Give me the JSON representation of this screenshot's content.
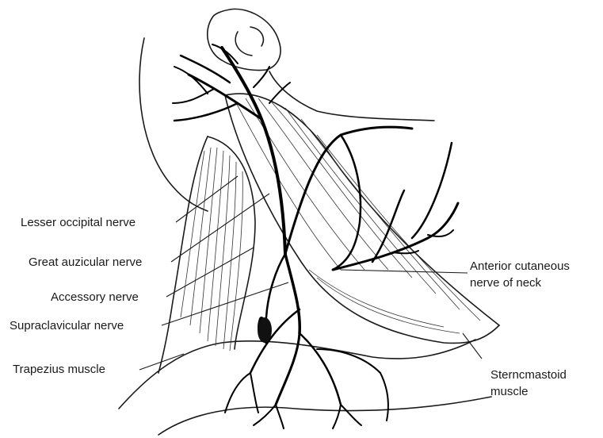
{
  "labels": {
    "lesser_occipital": "Lesser occipital nerve",
    "great_auricular": "Great auzicular nerve",
    "accessory": "Accessory nerve",
    "supraclavicular": "Supraclavicular nerve",
    "trapezius": "Trapezius muscle",
    "anterior_cutaneous_line1": "Anterior cutaneous",
    "anterior_cutaneous_line2": "nerve of neck",
    "sternomastoid_line1": "Sterncmastoid",
    "sternomastoid_line2": "muscle"
  },
  "colors": {
    "ink": "#000000",
    "background": "#ffffff"
  }
}
